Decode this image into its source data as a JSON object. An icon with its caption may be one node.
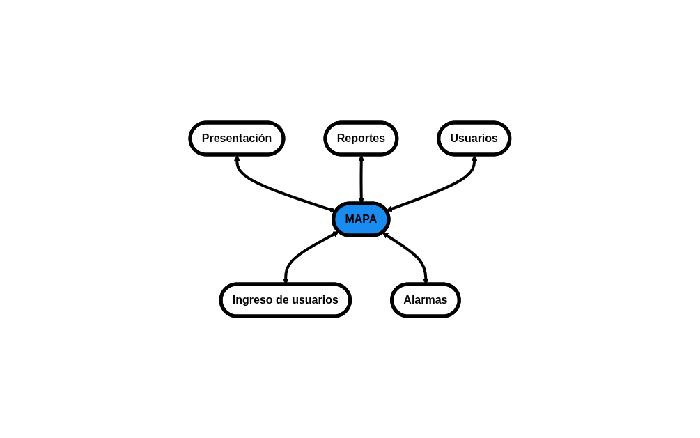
{
  "diagram": {
    "nodes": [
      {
        "text": [
          "Presentación"
        ]
      },
      {
        "text": [
          "Reportes"
        ]
      },
      {
        "text": [
          "Usuarios"
        ]
      },
      {
        "text": [
          "MAPA"
        ]
      },
      {
        "text": [
          "Ingreso de usuarios"
        ]
      },
      {
        "text": [
          "Alarmas"
        ]
      }
    ],
    "edges": [
      {
        "from": 0,
        "to": 3,
        "arrow": "both"
      },
      {
        "from": 1,
        "to": 3,
        "arrow": "both"
      },
      {
        "from": 2,
        "to": 3,
        "arrow": "both"
      },
      {
        "from": 3,
        "to": 4,
        "arrow": "both"
      },
      {
        "from": 3,
        "to": 5,
        "arrow": "both"
      }
    ]
  }
}
